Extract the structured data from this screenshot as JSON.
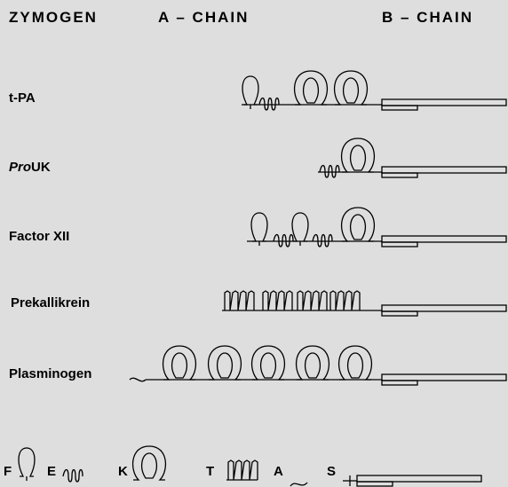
{
  "headers": {
    "zymogen": "ZYMOGEN",
    "a_chain": "A – CHAIN",
    "b_chain": "B – CHAIN"
  },
  "rows": {
    "tpa": "t-PA",
    "prouk_prefix": "Pro",
    "prouk_suffix": "UK",
    "factor12": "Factor XII",
    "prekallikrein": "Prekallikrein",
    "plasminogen": "Plasminogen"
  },
  "legend": {
    "f": "F",
    "e": "E",
    "k": "K",
    "t": "T",
    "a": "A",
    "s": "S"
  }
}
